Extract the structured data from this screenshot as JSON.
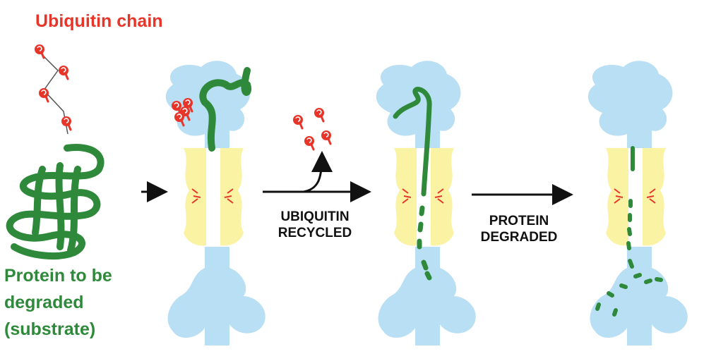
{
  "labels": {
    "ubiquitin_chain": "Ubiquitin chain",
    "substrate": [
      "Protein to be",
      "degraded",
      "(substrate)"
    ]
  },
  "steps": [
    {
      "text": [
        "UBIQUITIN",
        "RECYCLED"
      ]
    },
    {
      "text": [
        "PROTEIN",
        "DEGRADED"
      ]
    }
  ],
  "colors": {
    "ubiquitin": "#e8352a",
    "protein": "#2e8a3a",
    "proteasome_cap": "#b9dff4",
    "proteasome_core": "#fbf3a4",
    "active_site": "#e8352a",
    "arrow": "#111111"
  }
}
